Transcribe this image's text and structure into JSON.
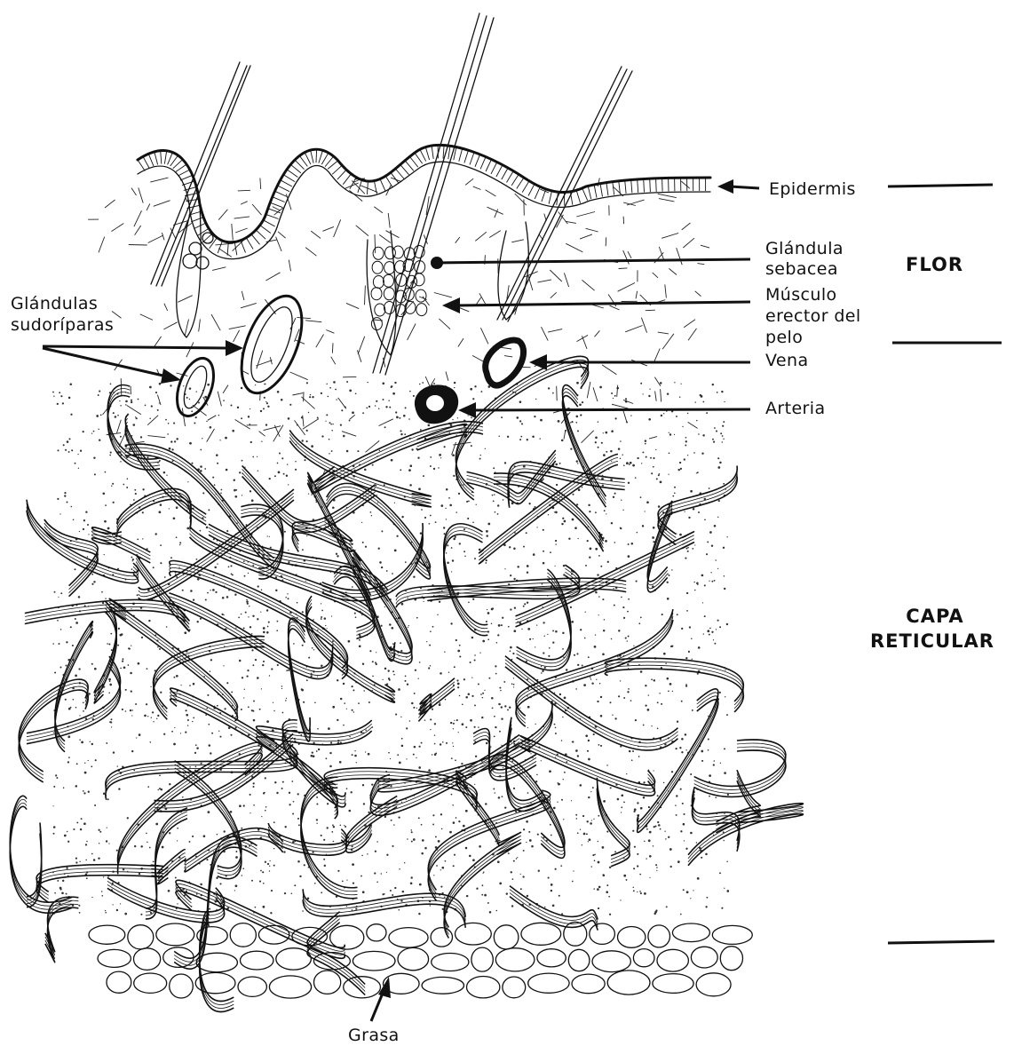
{
  "diagram": {
    "labels": {
      "epidermis": "Epidermis",
      "glandula_sebacea_1": "Glándula",
      "glandula_sebacea_2": "sebacea",
      "musculo_1": "Músculo",
      "musculo_2": "erector del",
      "musculo_3": "pelo",
      "vena": "Vena",
      "arteria": "Arteria",
      "glandulas_sudoriparas_1": "Glándulas",
      "glandulas_sudoriparas_2": "sudoríparas",
      "grasa": "Grasa"
    },
    "zones": {
      "flor": "FLOR",
      "capa_reticular_1": "CAPA",
      "capa_reticular_2": "RETICULAR"
    },
    "colors": {
      "ink": "#111111",
      "paper": "#ffffff"
    }
  }
}
